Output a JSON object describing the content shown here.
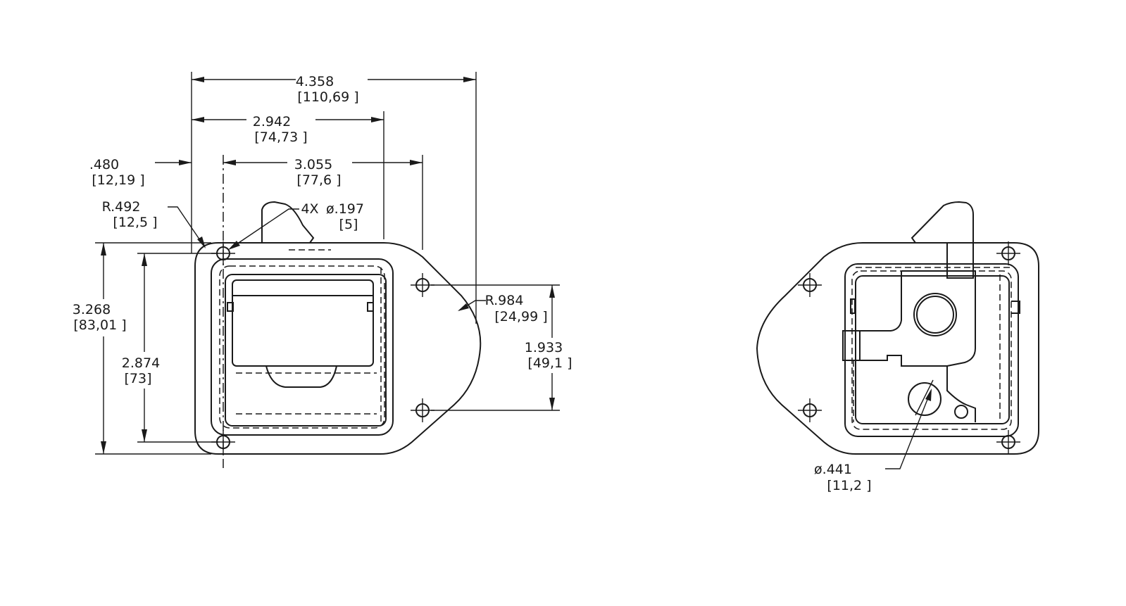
{
  "front_view": {
    "overall_width": {
      "value": "4.358",
      "metric": "[110,69 ]"
    },
    "hole_spacing_left": {
      "value": "2.942",
      "metric": "[74,73 ]"
    },
    "hole_spacing_right": {
      "value": "3.055",
      "metric": "[77,6 ]"
    },
    "flange_offset": {
      "value": ".480",
      "metric": "[12,19 ]"
    },
    "corner_radius": {
      "value": "R.492",
      "metric": "[12,5 ]"
    },
    "mount_holes": {
      "value": "4X",
      "diameter": "ø.197",
      "metric": "[5]"
    },
    "nose_radius": {
      "value": "R.984",
      "metric": "[24,99 ]"
    },
    "overall_height": {
      "value": "3.268",
      "metric": "[83,01 ]"
    },
    "hole_spacing_vertical": {
      "value": "2.874",
      "metric": "[73]"
    },
    "right_hole_spacing": {
      "value": "1.933",
      "metric": "[49,1 ]"
    }
  },
  "rear_view": {
    "lock_bore": {
      "value": "ø.441",
      "metric": "[11,2 ]"
    }
  }
}
